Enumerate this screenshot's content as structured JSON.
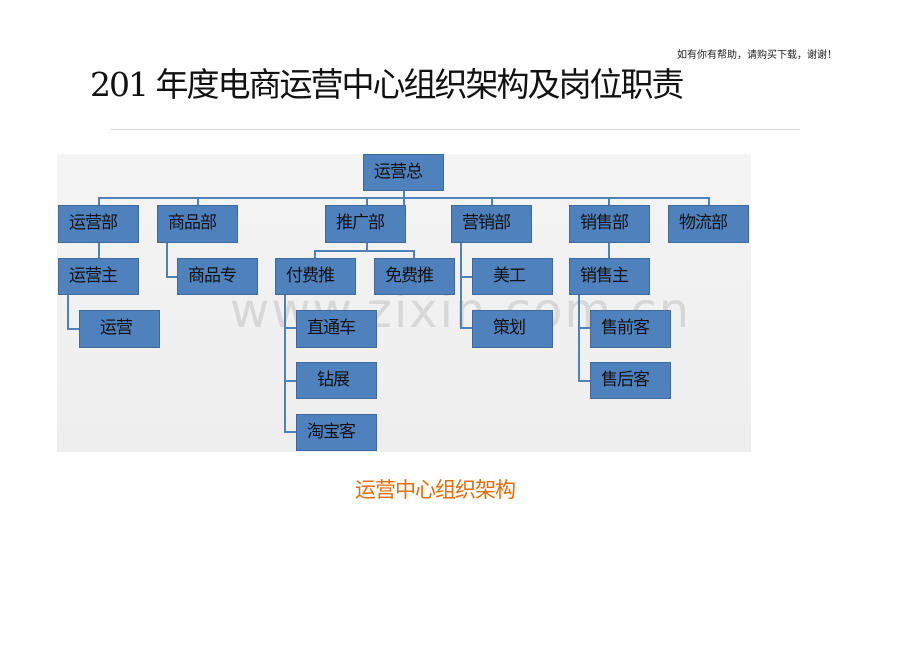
{
  "header": {
    "note": "如有你有帮助，请购买下载，谢谢！",
    "title": "201 年度电商运营中心组织架构及岗位职责"
  },
  "watermark": "www.zixin.com.cn",
  "org": {
    "root": "运营总",
    "departments": [
      "运营部",
      "商品部",
      "推广部",
      "营销部",
      "销售部",
      "物流部"
    ],
    "yunying": {
      "lead": "运营主",
      "staff": "运营"
    },
    "shangpin": {
      "staff": "商品专"
    },
    "tuiguang": {
      "paid": "付费推",
      "free": "免费推",
      "paid_children": [
        "直通车",
        "钻展",
        "淘宝客"
      ]
    },
    "yingxiao": {
      "children": [
        "美工",
        "策划"
      ]
    },
    "xiaoshou": {
      "lead": "销售主",
      "children": [
        "售前客",
        "售后客"
      ]
    }
  },
  "caption": "运营中心组织架构",
  "colors": {
    "box_fill": "#4f81bd",
    "caption": "#e36c0a"
  }
}
